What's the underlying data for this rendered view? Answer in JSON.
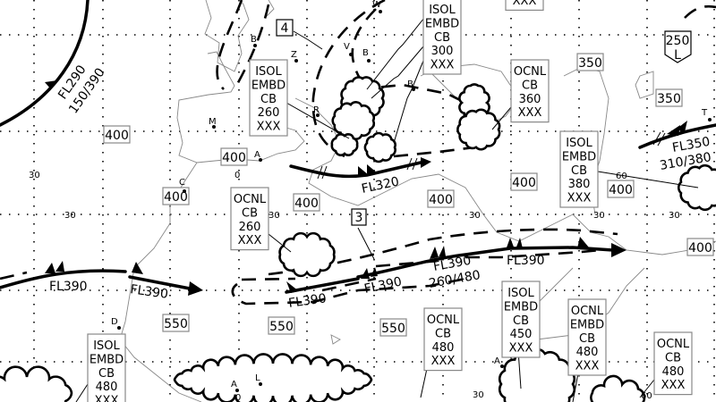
{
  "cb_boxes": [
    {
      "lines": [
        "ISOL",
        "EMBD",
        "CB",
        "260",
        "XXX"
      ]
    },
    {
      "lines": [
        "ISOL",
        "EMBD",
        "CB",
        "300",
        "XXX"
      ]
    },
    {
      "lines": [
        "XXX"
      ]
    },
    {
      "lines": [
        "OCNL",
        "CB",
        "360",
        "XXX"
      ]
    },
    {
      "lines": [
        "ISOL",
        "EMBD",
        "CB",
        "380",
        "XXX"
      ]
    },
    {
      "lines": [
        "OCNL",
        "CB",
        "260",
        "XXX"
      ]
    },
    {
      "lines": [
        "ISOL",
        "EMBD",
        "CB",
        "480",
        "XXX"
      ]
    },
    {
      "lines": [
        "OCNL",
        "CB",
        "480",
        "XXX"
      ]
    },
    {
      "lines": [
        "ISOL",
        "EMBD",
        "CB",
        "450",
        "XXX"
      ]
    },
    {
      "lines": [
        "OCNL",
        "EMBD",
        "CB",
        "480",
        "XXX"
      ]
    },
    {
      "lines": [
        "OCNL",
        "CB",
        "480",
        "XXX"
      ]
    }
  ],
  "tropopause": [
    "400",
    "400",
    "400",
    "400",
    "400",
    "400",
    "400",
    "400",
    "350",
    "350",
    "550",
    "550",
    "550"
  ],
  "tropopause_low": {
    "value": "250",
    "type": "L"
  },
  "cat_areas": [
    "4",
    "3"
  ],
  "jets": {
    "fl290": "FL290",
    "fl290_depth": "150/390",
    "fl320": "FL320",
    "fl350": "FL350",
    "fl350_depth": "310/380",
    "fl390": [
      "FL390",
      "FL390",
      "FL390",
      "FL390",
      "FL390",
      "FL390"
    ],
    "fl390_depth": "260/480"
  },
  "cities": [
    "M",
    "A",
    "C",
    "B",
    "Z",
    "R",
    "V",
    "W",
    "B",
    "B",
    "T",
    "D",
    "A",
    "L",
    "A"
  ],
  "graticule": [
    "30",
    "0",
    "30",
    "30",
    "30",
    "30",
    "60",
    "30",
    "0",
    "30",
    "60"
  ]
}
